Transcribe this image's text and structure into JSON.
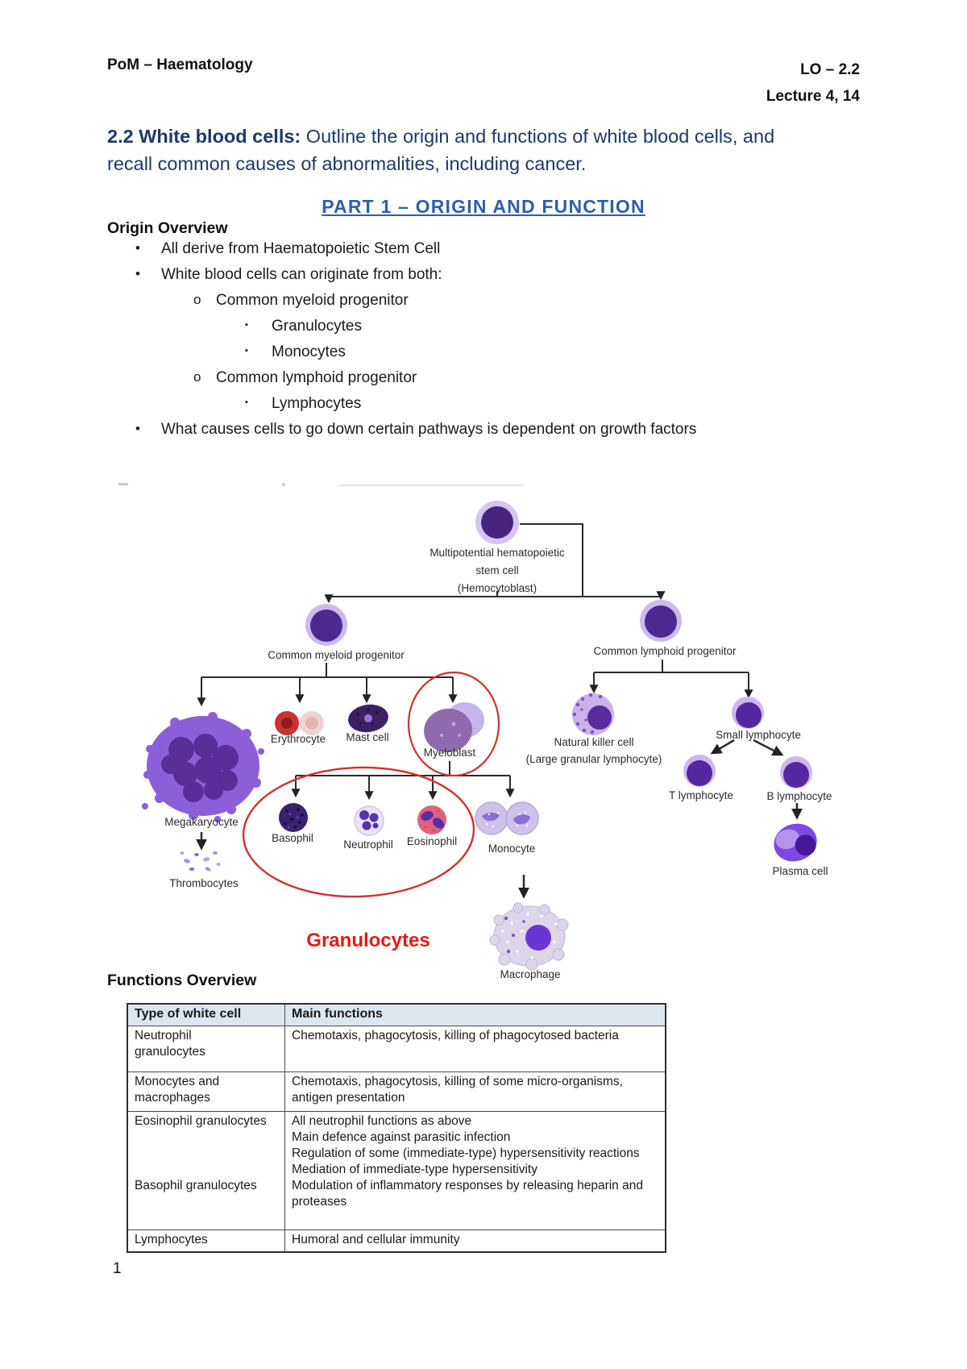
{
  "header": {
    "left": "PoM – Haematology",
    "lo": "LO – 2.2",
    "lecture": "Lecture 4, 14"
  },
  "title": {
    "lead": "2.2 White blood cells:",
    "rest": " Outline the origin and functions of white blood cells, and recall common causes of abnormalities, including cancer."
  },
  "section": {
    "part_heading": "PART 1 – ORIGIN AND FUNCTION",
    "origin_heading": "Origin Overview",
    "functions_heading": "Functions Overview"
  },
  "markers": {
    "l1": "•",
    "l2": "o",
    "l3": "▪"
  },
  "bullets": [
    {
      "text": "All derive from Haematopoietic Stem Cell"
    },
    {
      "text": "White blood cells can originate from both:"
    },
    {
      "text": "Common myeloid progenitor"
    },
    {
      "text": "Granulocytes"
    },
    {
      "text": "Monocytes"
    },
    {
      "text": "Common lymphoid progenitor"
    },
    {
      "text": "Lymphocytes"
    },
    {
      "text": "What causes cells to go down certain pathways is dependent on growth factors"
    }
  ],
  "diagram": {
    "stem_label_1": "Multipotential hematopoietic",
    "stem_label_2": "stem cell",
    "stem_label_3": "(Hemocytoblast)",
    "myeloid": "Common myeloid progenitor",
    "lymphoid": "Common lymphoid progenitor",
    "megakaryocyte": "Megakaryocyte",
    "thrombocytes": "Thrombocytes",
    "erythrocyte": "Erythrocyte",
    "mast": "Mast cell",
    "myeloblast": "Myeloblast",
    "basophil": "Basophil",
    "neutrophil": "Neutrophil",
    "eosinophil": "Eosinophil",
    "monocyte": "Monocyte",
    "macrophage": "Macrophage",
    "granulocytes": "Granulocytes",
    "nk_line1": "Natural killer cell",
    "nk_line2": "(Large granular lymphocyte)",
    "small_lymphocyte": "Small lymphocyte",
    "t_lymphocyte": "T lymphocyte",
    "b_lymphocyte": "B lymphocyte",
    "plasma": "Plasma cell"
  },
  "table": {
    "headers": {
      "type": "Type of white cell",
      "functions": "Main functions"
    },
    "row1": {
      "type": "Neutrophil\ngranulocytes",
      "fn1": "Chemotaxis, phagocytosis, killing of phagocytosed bacteria"
    },
    "row2": {
      "type": "Monocytes and macrophages",
      "fn1": "Chemotaxis, phagocytosis, killing of some micro-organisms, antigen presentation"
    },
    "row3": {
      "type_top": "Eosinophil granulocytes",
      "type_bottom": "Basophil granulocytes",
      "fn1": "All neutrophil functions as above",
      "fn2": "Main defence against parasitic infection",
      "fn3": "Regulation of some (immediate-type) hypersensitivity reactions",
      "fn4": "Mediation of immediate-type hypersensitivity",
      "fn5": "Modulation of inflammatory responses by releasing heparin and proteases"
    },
    "row4": {
      "type": "Lymphocytes",
      "fn1": "Humoral and cellular immunity"
    }
  },
  "page": {
    "number": "1"
  },
  "colors": {
    "title_navy": "#1f3864",
    "part_blue": "#2e5fa8",
    "annotation_red": "#e01b1b",
    "table_header_bg": "#dce6f1",
    "cell_purple_dark": "#4b2a90",
    "cell_purple_light": "#cdb9ee"
  }
}
